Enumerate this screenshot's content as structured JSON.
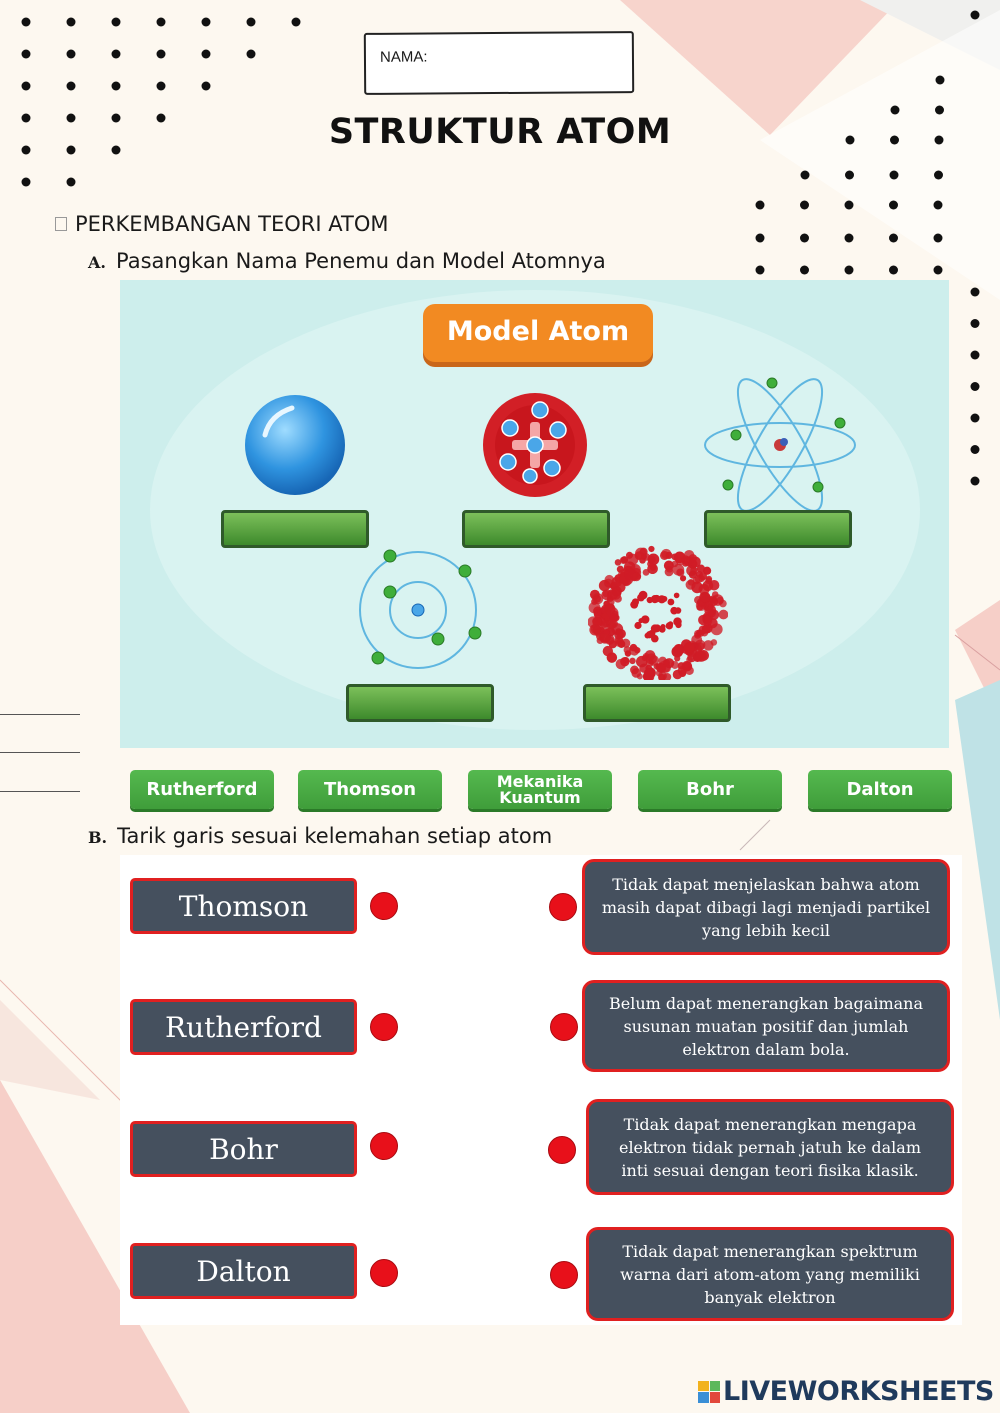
{
  "header": {
    "name_label": "NAMA:",
    "title": "STRUKTUR ATOM"
  },
  "section": {
    "heading": "PERKEMBANGAN TEORI ATOM"
  },
  "part_a": {
    "letter": "A.",
    "instruction": "Pasangkan Nama Penemu dan Model Atomnya",
    "badge": "Model Atom",
    "models": [
      "solid-sphere-model",
      "plum-pudding-model",
      "nuclear-orbit-model",
      "bohr-shell-model",
      "quantum-cloud-model"
    ],
    "name_tiles": [
      "Rutherford",
      "Thomson",
      "Mekanika Kuantum",
      "Bohr",
      "Dalton"
    ]
  },
  "part_b": {
    "letter": "B.",
    "instruction": "Tarik garis sesuai kelemahan setiap atom",
    "scientists": [
      "Thomson",
      "Rutherford",
      "Bohr",
      "Dalton"
    ],
    "weaknesses": [
      "Tidak dapat menjelaskan bahwa atom masih dapat dibagi lagi menjadi partikel yang lebih kecil",
      "Belum dapat menerangkan bagaimana susunan muatan positif dan jumlah elektron dalam bola.",
      "Tidak dapat menerangkan mengapa elektron tidak pernah jatuh ke dalam inti sesuai dengan teori fisika klasik.",
      "Tidak dapat menerangkan spektrum warna dari atom-atom yang memiliki banyak elektron"
    ]
  },
  "footer": {
    "brand": "LIVEWORKSHEETS"
  },
  "colors": {
    "accent_orange": "#f28a22",
    "tile_green": "#4caf46",
    "box_slate": "#45505e",
    "border_red": "#e02020",
    "dot_red": "#e8101a"
  }
}
